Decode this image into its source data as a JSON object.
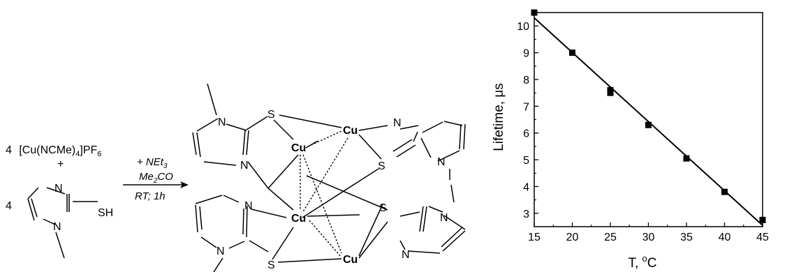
{
  "scheme": {
    "reagent1_coef": "4",
    "reagent1_formula_main": "[Cu(NCMe)",
    "reagent1_sub1": "4",
    "reagent1_formula_mid": "]PF",
    "reagent1_sub2": "6",
    "plus": "+",
    "reagent2_coef": "4",
    "conditions": {
      "base": "+ NEt",
      "base_sub": "3",
      "solvent": "Me",
      "solvent_sub": "2",
      "solvent_tail": "CO",
      "time": "RT; 1h"
    },
    "atoms": {
      "N": "N",
      "S": "S",
      "SH": "SH",
      "Cu": "Cu"
    }
  },
  "chart_data": {
    "type": "scatter",
    "x": [
      15,
      20,
      25,
      25,
      30,
      35,
      40,
      45
    ],
    "y": [
      10.5,
      9.0,
      7.6,
      7.5,
      6.3,
      5.05,
      3.8,
      2.75
    ],
    "fit_line": {
      "x": [
        15,
        45
      ],
      "y": [
        10.3,
        2.55
      ]
    },
    "xlabel": "T, ",
    "xlabel_sup": "o",
    "xlabel_unit": "C",
    "ylabel": "Lifetime, μs",
    "xlim": [
      15,
      45
    ],
    "ylim": [
      2.5,
      10.5
    ],
    "xticks": [
      "15",
      "20",
      "25",
      "30",
      "35",
      "40",
      "45"
    ],
    "yticks": [
      "3",
      "4",
      "5",
      "6",
      "7",
      "8",
      "9",
      "10"
    ],
    "grid": false,
    "legend": "none"
  }
}
